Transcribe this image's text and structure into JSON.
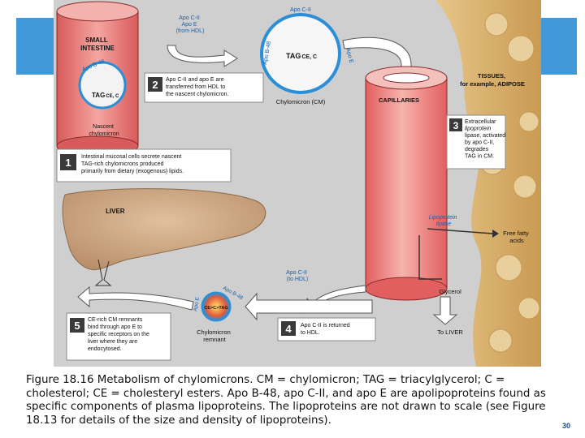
{
  "figure": {
    "small_intestine": "SMALL\nINTESTINE",
    "apo_b48_left": "Apo B-48",
    "tag_ce_c_left": "TAG",
    "tag_ce_c_left_sub": "CE, C",
    "nascent_chylomicron": "Nascent\nchylomicron",
    "apo_cii_e_from_hdl": "Apo C-II\nApo E\n(from HDL)",
    "chylomicron_apo_c2": "Apo C-II",
    "chylomicron_apo_b48": "Apo B-48",
    "chylomicron_apo_e": "Apo E",
    "tag_ce_c_center": "TAG",
    "tag_ce_c_center_sub": "CE, C",
    "chylomicron_cm": "Chylomicron (CM)",
    "capillaries": "CAPILLARIES",
    "tissues": "TISSUES,\nfor example, ADIPOSE",
    "step1_num": "1",
    "step1_text": "Intestinal mucosal cells secrete nascent\nTAG-rich chylomicrons produced\nprimarily from dietary (exogenous) lipids.",
    "step2_num": "2",
    "step2_text": "Apo C-II and apo E are\ntransferred from HDL to\nthe nascent chylomicron.",
    "step3_num": "3",
    "step3_text": "Extracellular\nlipoprotein\nlipase, activated\nby apo C-II,\ndegrades\nTAG in CM.",
    "step4_num": "4",
    "step4_text": "Apo C-II is returned\nto HDL.",
    "step5_num": "5",
    "step5_text": "CE-rich CM remnants\nbind through apo E to\nspecific receptors on the\nliver where they are\nendocytosed.",
    "liver": "LIVER",
    "lipoprotein_lipase": "Lipoprotein\nlipase",
    "free_fatty_acids": "Free fatty\nacids",
    "glycerol": "Glycerol",
    "to_liver": "To LIVER",
    "apo_cii_to_hdl": "Apo C-II\n(to HDL)",
    "remnant_apo_e": "Apo E",
    "remnant_apo_b48": "Apo B-48",
    "remnant_core": "CE>C>TAG",
    "chylomicron_remnant": "Chylomicron\nremnant"
  },
  "caption": "Figure 18.16 Metabolism of chylomicrons. CM = chylomicron; TAG = triacylglycerol; C = cholesterol; CE = cholesteryl esters. Apo B-48, apo C-II, and apo E are apolipoproteins found as specific components of plasma lipoproteins. The lipoproteins are not drawn to scale (see Figure 18.13 for details of the size and density of lipoproteins).",
  "page_number": "30",
  "colors": {
    "banner": "#2d8ed6",
    "figure_bg": "#cfcfcf",
    "intestine": "#e06a6a",
    "capillary": "#e8706e",
    "liver": "#c9a27e",
    "tissue": "#e3c27a",
    "step_box": "#ffffff"
  }
}
